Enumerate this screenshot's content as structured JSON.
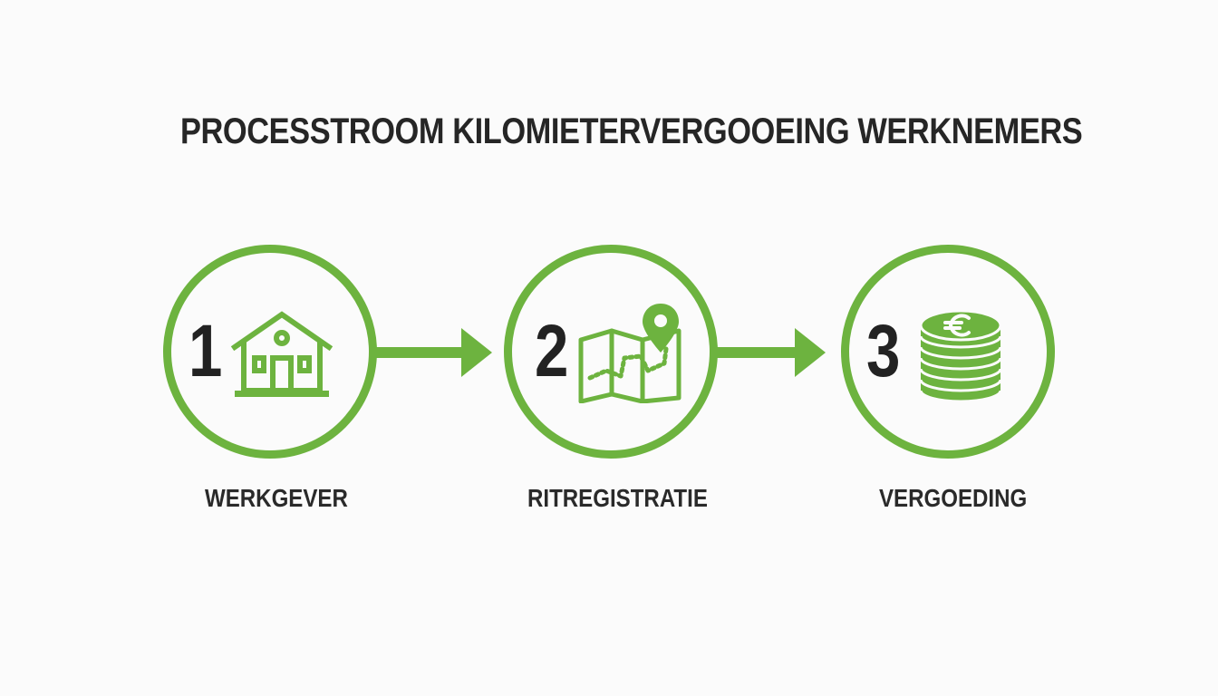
{
  "title": "PROCESSTROOM KILOMIETERVERGOOEING WERKNEMERS",
  "colors": {
    "accent": "#6db33f",
    "text": "#262626",
    "background": "#fbfbfb"
  },
  "steps": [
    {
      "number": "1",
      "label": "WERKGEVER",
      "icon": "house-icon"
    },
    {
      "number": "2",
      "label": "RITREGISTRATIE",
      "icon": "map-pin-icon"
    },
    {
      "number": "3",
      "label": "VERGOEDING",
      "icon": "euro-coins-icon"
    }
  ]
}
